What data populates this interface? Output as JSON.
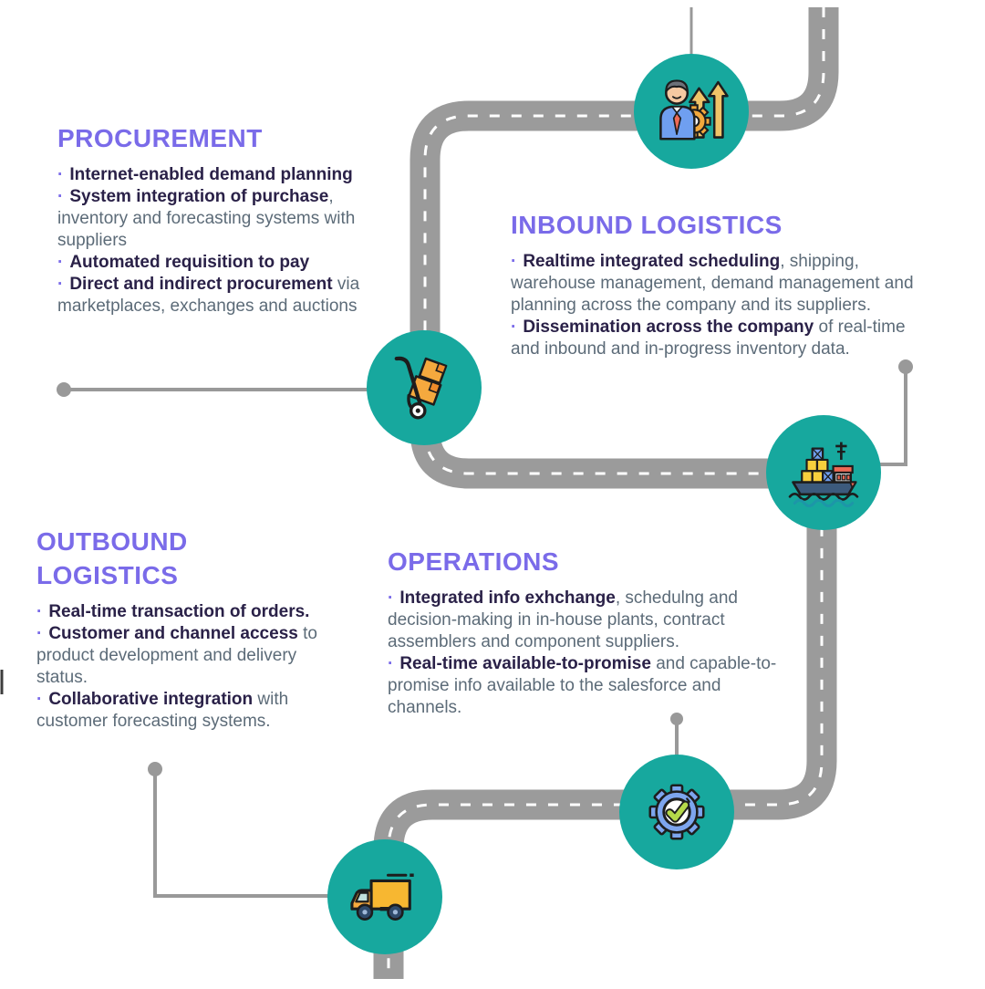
{
  "ui": {
    "bullet": "·",
    "colors": {
      "accent_purple": "#7a6be9",
      "node_teal": "#17a89e",
      "road_gray": "#9b9b9b",
      "connector_gray": "#999999",
      "bold_text": "#2a2148",
      "body_text": "#5c6b78"
    }
  },
  "icons": {
    "top_node": "manager-growth-icon",
    "mid_left_node": "hand-truck-icon",
    "mid_right_node": "cargo-ship-icon",
    "bottom_right_node": "gear-check-icon",
    "bottom_left_node": "delivery-truck-icon"
  },
  "sections": {
    "procurement": {
      "title": "PROCUREMENT",
      "bullets": [
        {
          "b": "Internet-enabled demand planning",
          "t": ""
        },
        {
          "b": "System integration of purchase",
          "t": ", inventory and forecasting systems with suppliers"
        },
        {
          "b": "Automated requisition to pay",
          "t": ""
        },
        {
          "b": "Direct and indirect procurement",
          "t": " via marketplaces, exchanges and auctions"
        }
      ]
    },
    "inbound": {
      "title": "INBOUND LOGISTICS",
      "bullets": [
        {
          "b": "Realtime integrated scheduling",
          "t": ", shipping, warehouse management, demand management and planning across the company and its suppliers."
        },
        {
          "b": "Dissemination across the company",
          "t": " of real-time and inbound and in-progress inventory data."
        }
      ]
    },
    "outbound": {
      "title": "OUTBOUND LOGISTICS",
      "bullets": [
        {
          "b": "Real-time transaction of orders.",
          "t": ""
        },
        {
          "b": "Customer and channel access",
          "t": " to product development and delivery status."
        },
        {
          "b": "Collaborative integration",
          "t": " with customer forecasting systems."
        }
      ]
    },
    "operations": {
      "title": "OPERATIONS",
      "bullets": [
        {
          "b": "Integrated info exhchange",
          "t": ", schedulng and decision-making in in-house plants, contract assemblers and component suppliers."
        },
        {
          "b": "Real-time available-to-promise",
          "t": " and capable-to-promise info available to the salesforce and channels."
        }
      ]
    }
  }
}
